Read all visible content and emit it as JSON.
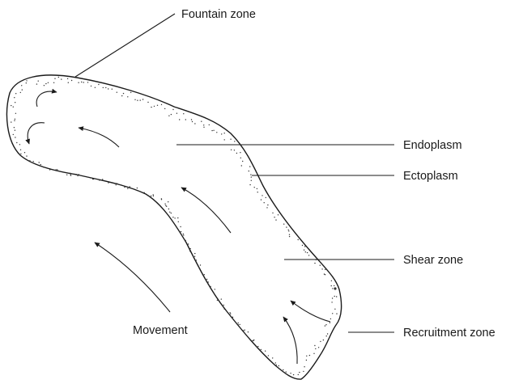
{
  "labels": {
    "fountain_zone": "Fountain zone",
    "endoplasm": "Endoplasm",
    "ectoplasm": "Ectoplasm",
    "shear_zone": "Shear zone",
    "recruitment_zone": "Recruitment zone",
    "movement": "Movement"
  }
}
